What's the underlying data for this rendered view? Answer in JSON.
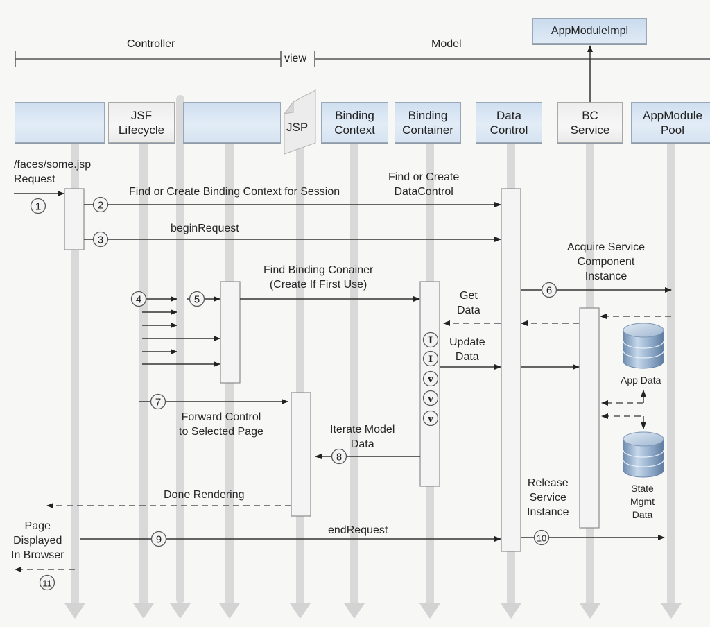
{
  "sections": {
    "controller": "Controller",
    "view": "view",
    "model": "Model"
  },
  "top_box": "AppModuleImpl",
  "participants": [
    {
      "id": "browser-servlet",
      "line1": "",
      "line2": "",
      "style": "blue"
    },
    {
      "id": "jsf-lifecycle",
      "line1": "JSF",
      "line2": "Lifecycle",
      "style": "gray"
    },
    {
      "id": "page-controller",
      "line1": "",
      "line2": "",
      "style": "blue"
    },
    {
      "id": "jsp",
      "line1": "JSP",
      "line2": "",
      "style": "page"
    },
    {
      "id": "binding-context",
      "line1": "Binding",
      "line2": "Context",
      "style": "blue"
    },
    {
      "id": "binding-container",
      "line1": "Binding",
      "line2": "Container",
      "style": "blue"
    },
    {
      "id": "data-control",
      "line1": "Data",
      "line2": "Control",
      "style": "blue"
    },
    {
      "id": "bc-service",
      "line1": "BC",
      "line2": "Service",
      "style": "gray"
    },
    {
      "id": "appmodule-pool",
      "line1": "AppModule",
      "line2": "Pool",
      "style": "blue"
    }
  ],
  "messages": {
    "request_l1": "/faces/some.jsp",
    "request_l2": "Request",
    "find_context": "Find or Create Binding Context for Session",
    "find_dc_l1": "Find or Create",
    "find_dc_l2": "DataControl",
    "begin_request": "beginRequest",
    "acquire_l1": "Acquire Service",
    "acquire_l2": "Component",
    "acquire_l3": "Instance",
    "find_bc_l1": "Find Binding Conainer",
    "find_bc_l2": "(Create If First Use)",
    "get_data_l1": "Get",
    "get_data_l2": "Data",
    "update_data_l1": "Update",
    "update_data_l2": "Data",
    "forward_l1": "Forward Control",
    "forward_l2": "to Selected Page",
    "iterate_l1": "Iterate Model",
    "iterate_l2": "Data",
    "done_rendering": "Done Rendering",
    "end_request": "endRequest",
    "release_l1": "Release",
    "release_l2": "Service",
    "release_l3": "Instance",
    "page_l1": "Page",
    "page_l2": "Displayed",
    "page_l3": "In Browser"
  },
  "steps": [
    "1",
    "2",
    "3",
    "4",
    "5",
    "6",
    "7",
    "8",
    "9",
    "10",
    "11"
  ],
  "iterator_markers": [
    "I",
    "I",
    "v",
    "v",
    "v"
  ],
  "databases": {
    "app_data": "App Data",
    "state_l1": "State",
    "state_l2": "Mgmt",
    "state_l3": "Data"
  }
}
